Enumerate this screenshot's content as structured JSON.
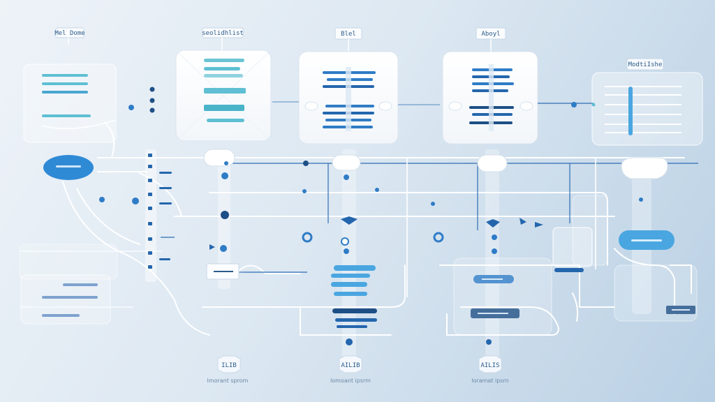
{
  "colors": {
    "background_light": "#eef3f8",
    "background_dark": "#b9d0e4",
    "accent_blue": "#2f7cc6",
    "dark_blue": "#1d4f86",
    "teal": "#5fbfd3",
    "connector": "#ffffff"
  },
  "header_tags": [
    "Mel Dome",
    "seolidhlist",
    "Blel",
    "Aboyl",
    "ModtiIshe"
  ],
  "footer_tags": [
    "ILIB",
    "AILIB",
    "AILIS"
  ],
  "footer_captions": [
    "lmorant sprom",
    "lomoant ipsrm",
    "loramat ipsrn"
  ],
  "icons": [
    "blurred-glyph-icon"
  ]
}
